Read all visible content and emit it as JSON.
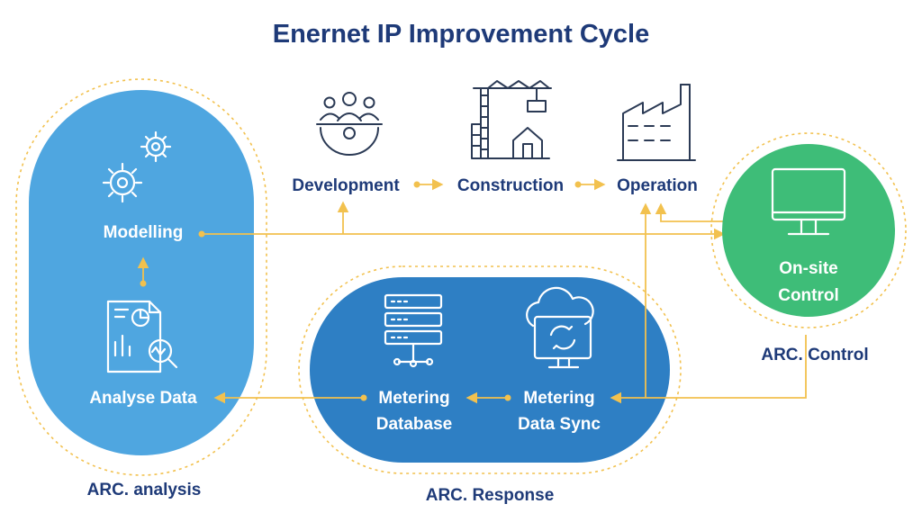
{
  "title": "Enernet IP Improvement Cycle",
  "colors": {
    "title": "#1e3a78",
    "analysis_fill": "#4fa6e0",
    "response_fill": "#2e7fc4",
    "control_fill": "#3ebd78",
    "connector": "#f2c14e",
    "icon_dark": "#2b3a55"
  },
  "analysis": {
    "group_label": "ARC. analysis",
    "modelling": {
      "label": "Modelling",
      "icon": "gears-icon"
    },
    "analyse": {
      "label": "Analyse Data",
      "icon": "report-analysis-icon"
    }
  },
  "lifecycle": {
    "development": {
      "label": "Development",
      "icon": "team-icon"
    },
    "construction": {
      "label": "Construction",
      "icon": "crane-icon"
    },
    "operation": {
      "label": "Operation",
      "icon": "factory-icon"
    }
  },
  "response": {
    "group_label": "ARC. Response",
    "database": {
      "line1": "Metering",
      "line2": "Database",
      "icon": "server-icon"
    },
    "sync": {
      "line1": "Metering",
      "line2": "Data Sync",
      "icon": "cloud-sync-icon"
    }
  },
  "control": {
    "group_label": "ARC. Control",
    "line1": "On-site",
    "line2": "Control",
    "icon": "monitor-icon"
  }
}
